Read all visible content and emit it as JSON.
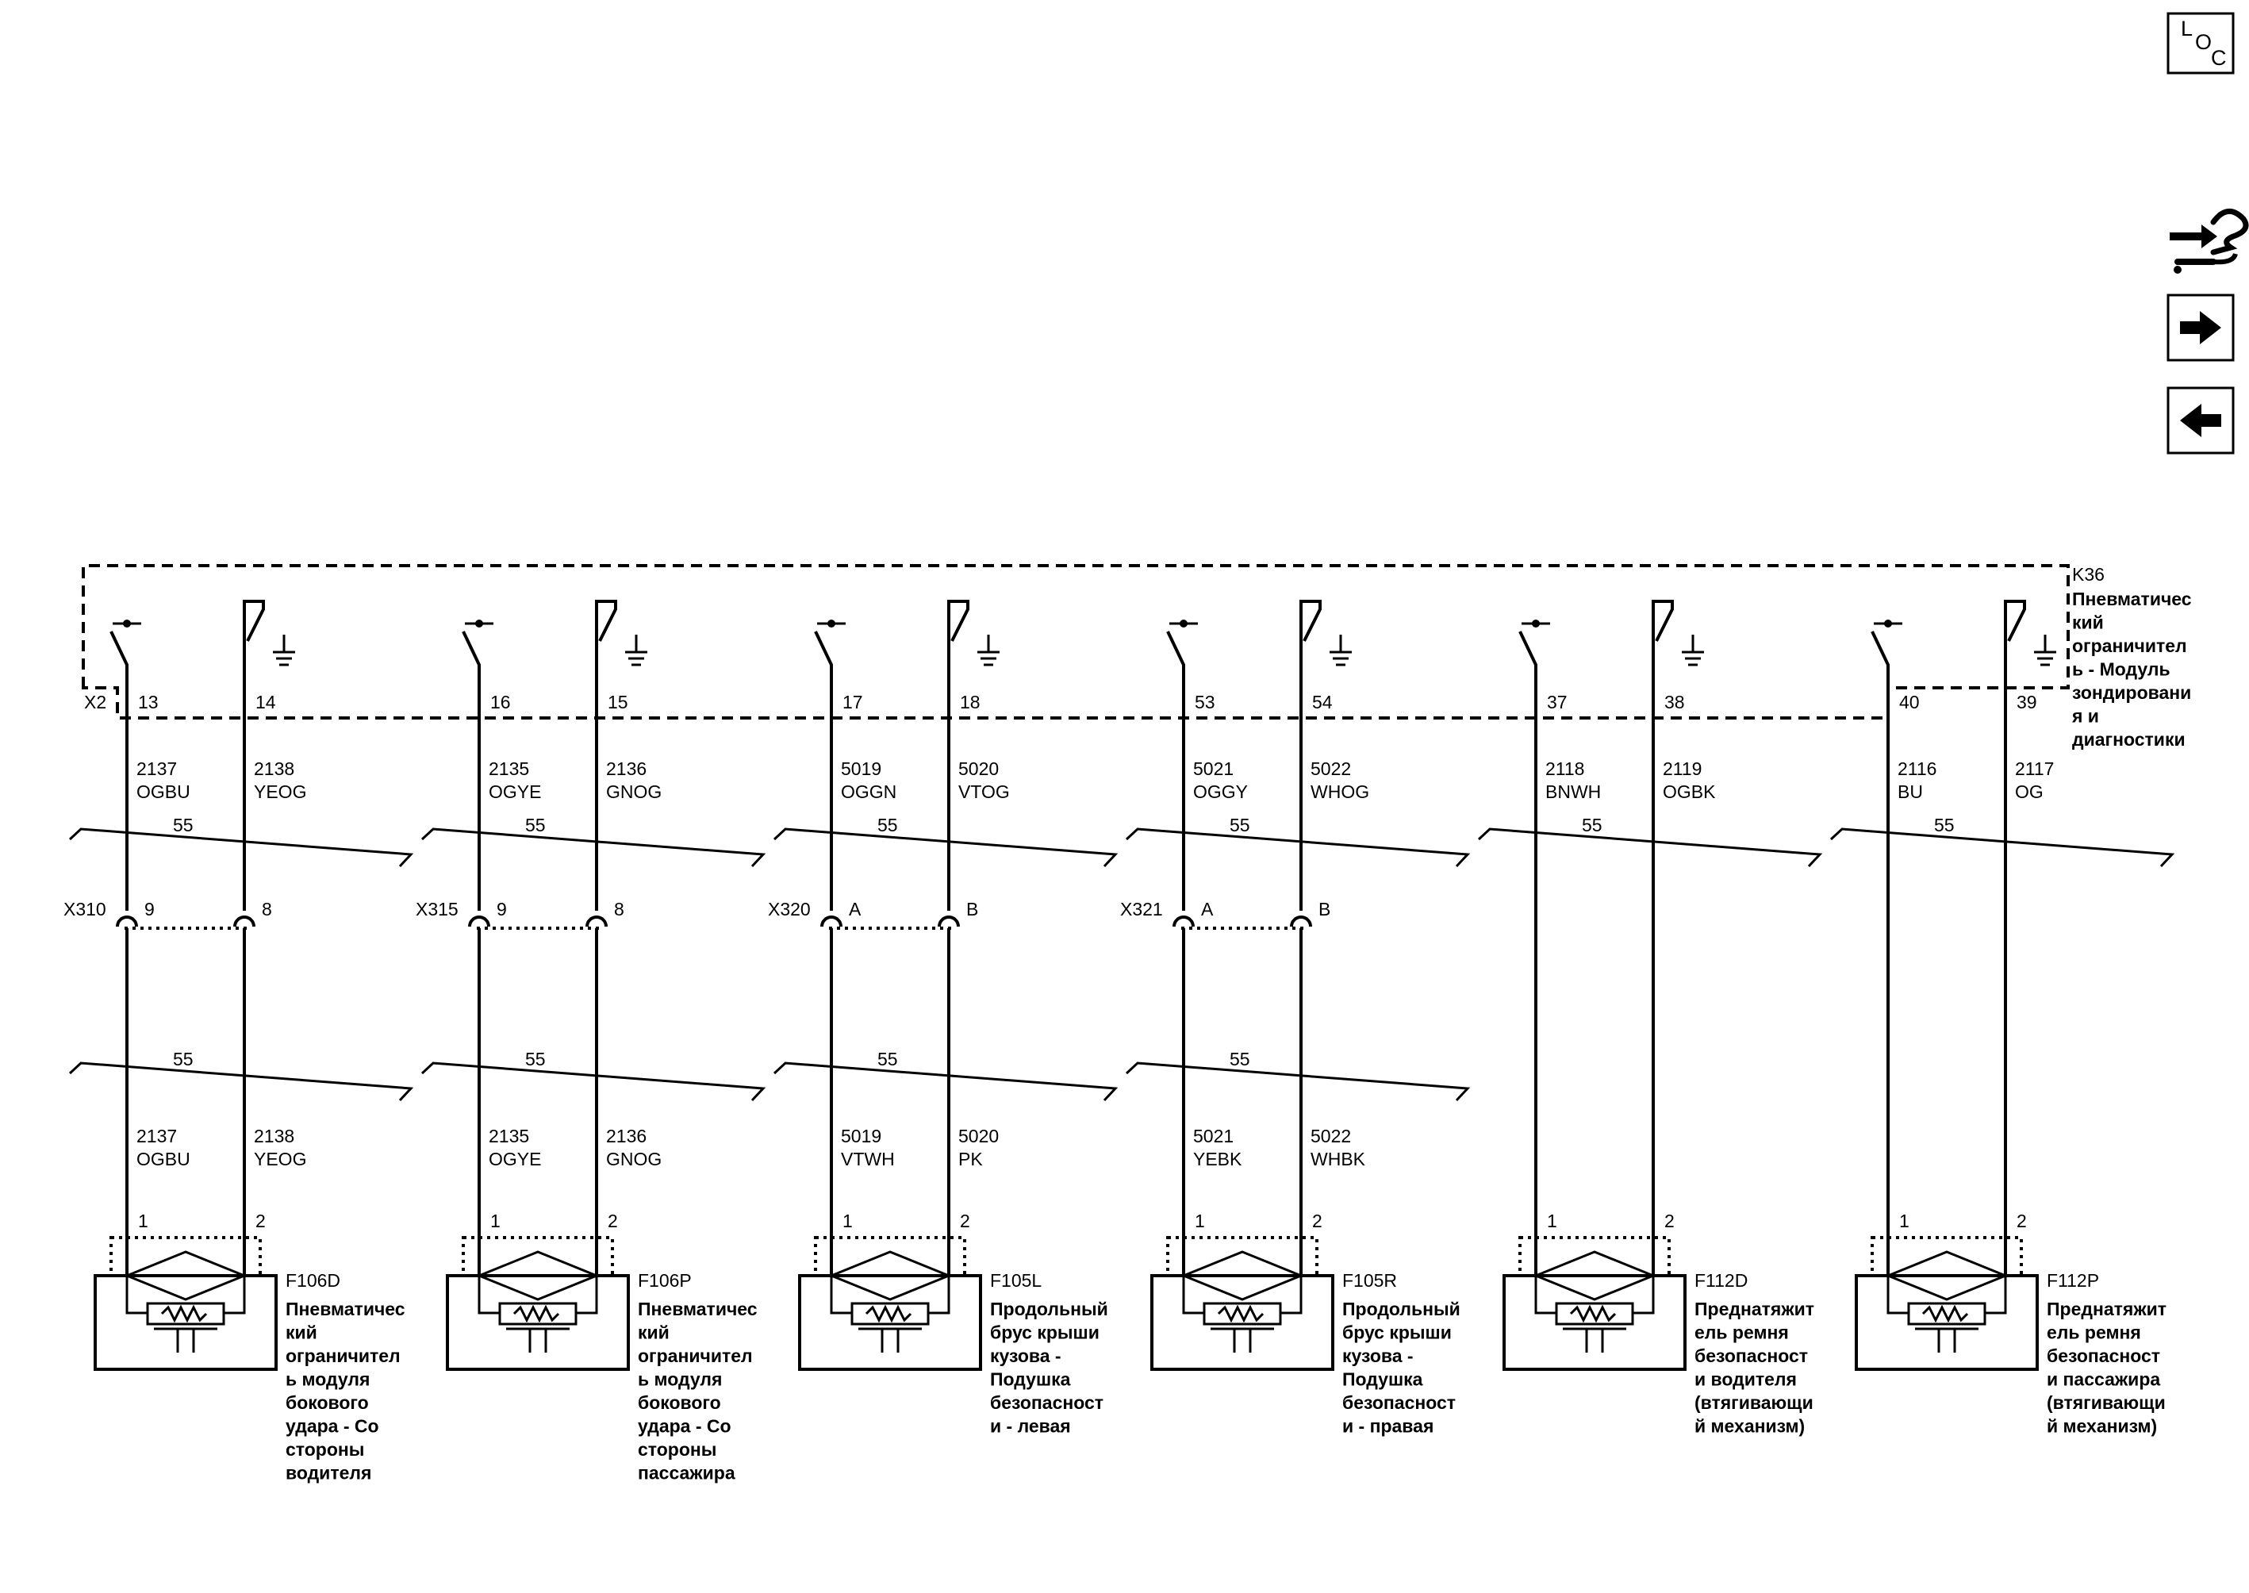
{
  "nav": {
    "loc": {
      "l": "L",
      "o": "O",
      "c": "C"
    },
    "icons": [
      "wiring-harness-icon",
      "next-arrow-icon",
      "previous-arrow-icon"
    ]
  },
  "module": {
    "ref": "K36",
    "name_lines": [
      "Пневматичес",
      "кий",
      "ограничител",
      "ь - Модуль",
      "зондировани",
      "я и",
      "диагностики"
    ],
    "connector": "X2"
  },
  "bundle_label": "55",
  "channels": [
    {
      "pins": [
        "13",
        "14"
      ],
      "wires_top": [
        {
          "circuit": "2137",
          "color": "OGBU"
        },
        {
          "circuit": "2138",
          "color": "YEOG"
        }
      ],
      "inline": {
        "connector": "X310",
        "pins": [
          "9",
          "8"
        ]
      },
      "wires_bottom": [
        {
          "circuit": "2137",
          "color": "OGBU"
        },
        {
          "circuit": "2138",
          "color": "YEOG"
        }
      ],
      "device_pins": [
        "1",
        "2"
      ],
      "device": {
        "ref": "F106D",
        "desc_lines": [
          "Пневматичес",
          "кий",
          "ограничител",
          "ь модуля",
          "бокового",
          "удара - Со",
          "стороны",
          "водителя"
        ]
      }
    },
    {
      "pins": [
        "16",
        "15"
      ],
      "wires_top": [
        {
          "circuit": "2135",
          "color": "OGYE"
        },
        {
          "circuit": "2136",
          "color": "GNOG"
        }
      ],
      "inline": {
        "connector": "X315",
        "pins": [
          "9",
          "8"
        ]
      },
      "wires_bottom": [
        {
          "circuit": "2135",
          "color": "OGYE"
        },
        {
          "circuit": "2136",
          "color": "GNOG"
        }
      ],
      "device_pins": [
        "1",
        "2"
      ],
      "device": {
        "ref": "F106P",
        "desc_lines": [
          "Пневматичес",
          "кий",
          "ограничител",
          "ь модуля",
          "бокового",
          "удара - Со",
          "стороны",
          "пассажира"
        ]
      }
    },
    {
      "pins": [
        "17",
        "18"
      ],
      "wires_top": [
        {
          "circuit": "5019",
          "color": "OGGN"
        },
        {
          "circuit": "5020",
          "color": "VTOG"
        }
      ],
      "inline": {
        "connector": "X320",
        "pins": [
          "A",
          "B"
        ]
      },
      "wires_bottom": [
        {
          "circuit": "5019",
          "color": "VTWH"
        },
        {
          "circuit": "5020",
          "color": "PK"
        }
      ],
      "device_pins": [
        "1",
        "2"
      ],
      "device": {
        "ref": "F105L",
        "desc_lines": [
          "Продольный",
          "брус крыши",
          "кузова -",
          "Подушка",
          "безопасност",
          "и - левая"
        ]
      }
    },
    {
      "pins": [
        "53",
        "54"
      ],
      "wires_top": [
        {
          "circuit": "5021",
          "color": "OGGY"
        },
        {
          "circuit": "5022",
          "color": "WHOG"
        }
      ],
      "inline": {
        "connector": "X321",
        "pins": [
          "A",
          "B"
        ]
      },
      "wires_bottom": [
        {
          "circuit": "5021",
          "color": "YEBK"
        },
        {
          "circuit": "5022",
          "color": "WHBK"
        }
      ],
      "device_pins": [
        "1",
        "2"
      ],
      "device": {
        "ref": "F105R",
        "desc_lines": [
          "Продольный",
          "брус крыши",
          "кузова -",
          "Подушка",
          "безопасност",
          "и - правая"
        ]
      }
    },
    {
      "pins": [
        "37",
        "38"
      ],
      "wires_top": [
        {
          "circuit": "2118",
          "color": "BNWH"
        },
        {
          "circuit": "2119",
          "color": "OGBK"
        }
      ],
      "inline": null,
      "wires_bottom": null,
      "device_pins": [
        "1",
        "2"
      ],
      "device": {
        "ref": "F112D",
        "desc_lines": [
          "Преднатяжит",
          "ель ремня",
          "безопасност",
          "и водителя",
          "(втягивающи",
          "й механизм)"
        ]
      }
    },
    {
      "pins": [
        "40",
        "39"
      ],
      "wires_top": [
        {
          "circuit": "2116",
          "color": "BU"
        },
        {
          "circuit": "2117",
          "color": "OG"
        }
      ],
      "inline": null,
      "wires_bottom": null,
      "device_pins": [
        "1",
        "2"
      ],
      "device": {
        "ref": "F112P",
        "desc_lines": [
          "Преднатяжит",
          "ель ремня",
          "безопасност",
          "и пассажира",
          "(втягивающи",
          "й механизм)"
        ]
      }
    }
  ]
}
